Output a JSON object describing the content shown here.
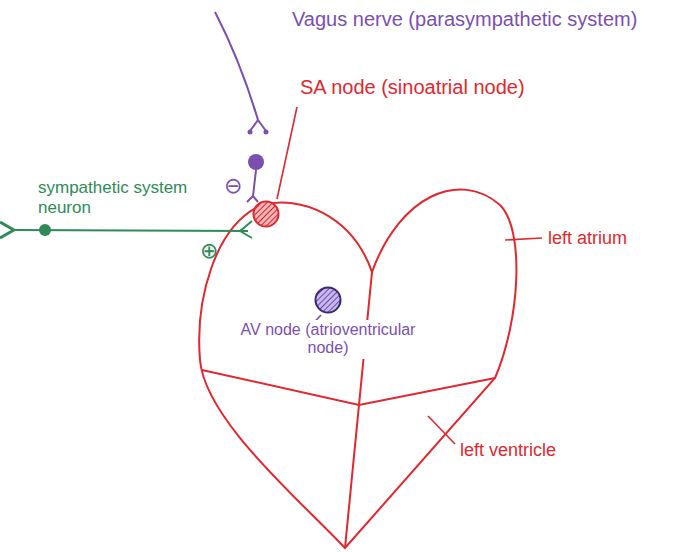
{
  "diagram": {
    "nodes": [
      {
        "text": [
          "SA node (sinoatrial node)"
        ]
      },
      {
        "text": [
          "AV node (atrioventricular node)"
        ]
      }
    ],
    "labels": [
      "Vagus nerve (parasympathetic system)",
      "⊖",
      "sympathetic system neuron",
      "⊕",
      "left atrium",
      "left ventricle"
    ]
  }
}
